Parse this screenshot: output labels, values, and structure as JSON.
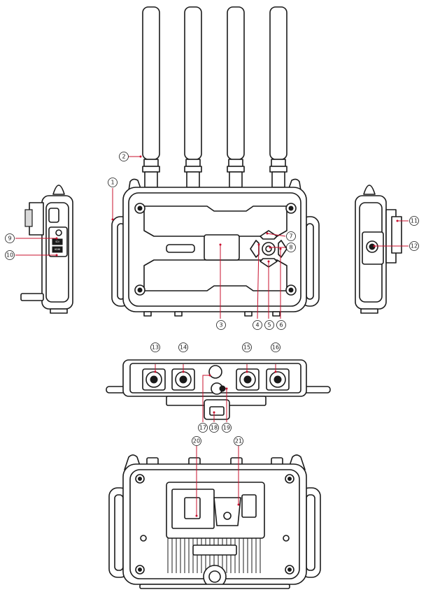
{
  "callouts": [
    "1",
    "2",
    "3",
    "4",
    "5",
    "6",
    "7",
    "8",
    "9",
    "10",
    "11",
    "12",
    "13",
    "14",
    "15",
    "16",
    "17",
    "18",
    "19",
    "20",
    "21"
  ],
  "port_labels": [
    "SDI",
    "HDMI"
  ],
  "colors": {
    "line": "#1a1a1a",
    "leader": "#c8102e",
    "fill": "#ffffff",
    "shade": "#d9d9d9"
  }
}
